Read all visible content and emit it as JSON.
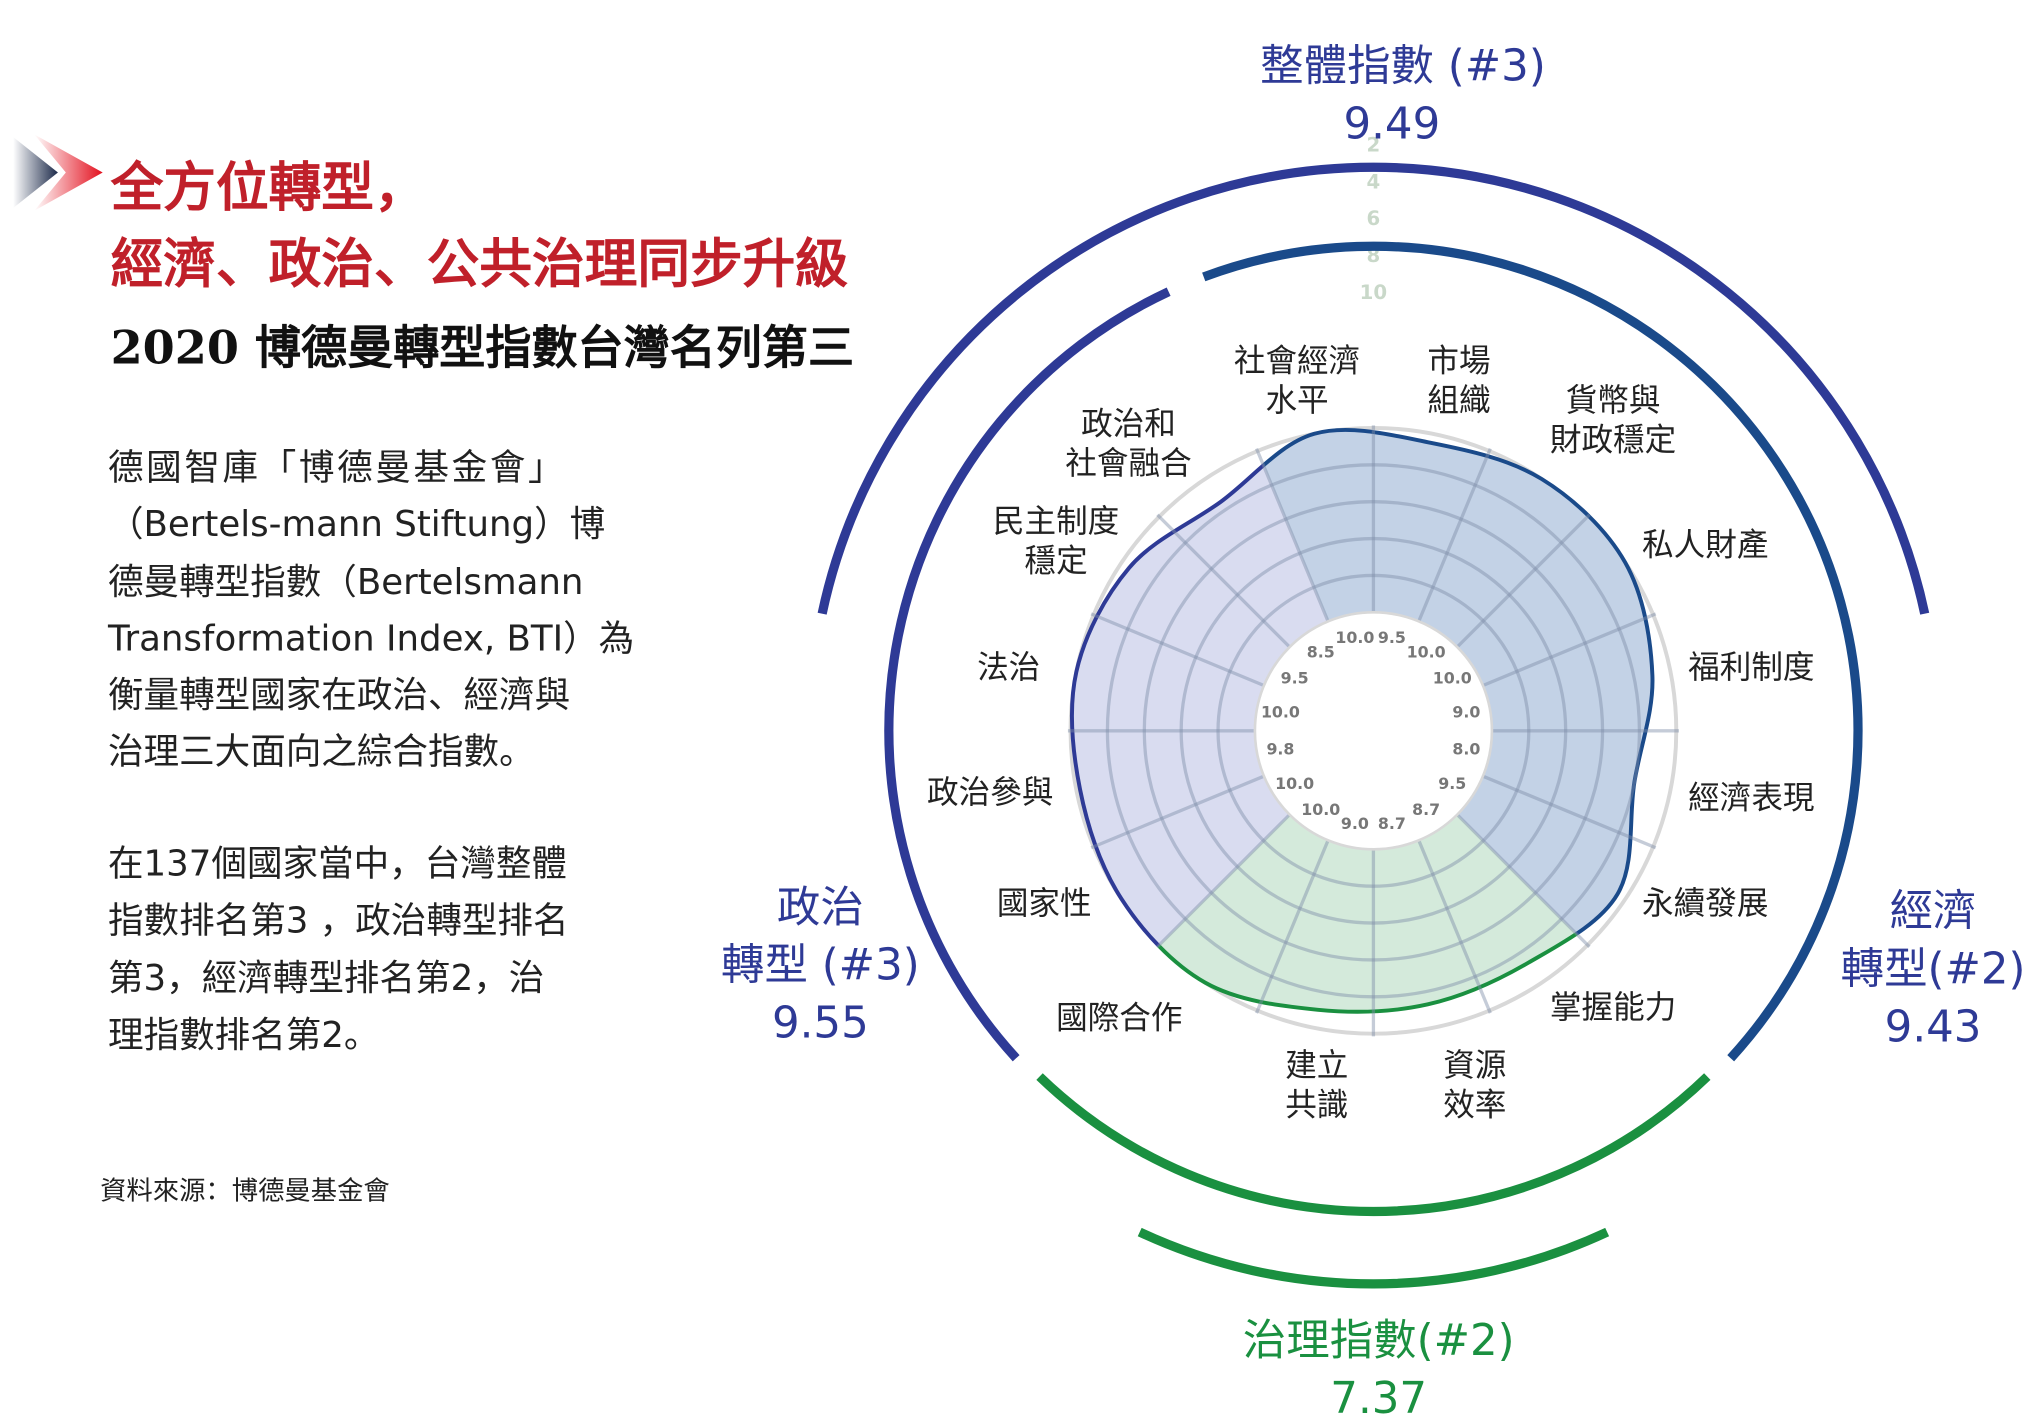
{
  "header": {
    "title_line1": "全方位轉型，",
    "title_line2": "經濟、政治、公共治理同步升級",
    "subtitle": "2020 博德曼轉型指數台灣名列第三"
  },
  "body": {
    "paragraph1": [
      "德國智庫「博德曼基金會」",
      "（Bertels-mann Stiftung）博",
      "德曼轉型指數（Bertelsmann",
      "Transformation Index, BTI）為",
      "衡量轉型國家在政治、經濟與",
      "治理三大面向之綜合指數。"
    ],
    "paragraph2": [
      "在137個國家當中，台灣整體",
      "指數排名第3 ，政治轉型排名",
      "第3，經濟轉型排名第2，治",
      "理指數排名第2。"
    ],
    "source": "資料來源：博德曼基金會"
  },
  "colors": {
    "title_red": "#c0202a",
    "political": "#2e3a96",
    "economic": "#1a4a8a",
    "governance": "#1a9040",
    "political_fill": "#d9dcf0",
    "economic_fill": "#c3d2e6",
    "governance_fill": "#d4eadb"
  },
  "chart_data": {
    "type": "radar",
    "title": "2020 博德曼轉型指數 (BTI) 台灣",
    "range": [
      0,
      10
    ],
    "scale_ticks": [
      "2",
      "4",
      "6",
      "8",
      "10"
    ],
    "categories": [
      "社會經濟\n水平",
      "市場\n組織",
      "貨幣與\n財政穩定",
      "私人財產",
      "福利制度",
      "經濟表現",
      "永續發展",
      "掌握能力",
      "資源\n效率",
      "建立\n共識",
      "國際合作",
      "國家性",
      "政治參與",
      "法治",
      "民主制度\n穩定",
      "政治和\n社會融合"
    ],
    "value_labels": [
      "10.0",
      "9.5",
      "10.0",
      "10.0",
      "9.0",
      "8.0",
      "9.5",
      "8.7",
      "8.7",
      "9.0",
      "10.0",
      "10.0",
      "9.8",
      "10.0",
      "9.5",
      "8.5"
    ],
    "values": [
      10.0,
      9.5,
      10.0,
      10.0,
      9.0,
      8.0,
      9.5,
      8.7,
      8.7,
      9.0,
      10.0,
      10.0,
      9.8,
      10.0,
      9.5,
      8.5
    ],
    "groups": [
      {
        "key": "economic",
        "start": 0,
        "count": 7
      },
      {
        "key": "governance",
        "start": 7,
        "count": 4
      },
      {
        "key": "political",
        "start": 11,
        "count": 5
      }
    ],
    "indices": {
      "overall": {
        "name": "整體指數 (#3)",
        "score": "9.49"
      },
      "political": {
        "name1": "政治",
        "name2": "轉型 (#3)",
        "score": "9.55"
      },
      "economic": {
        "name1": "經濟",
        "name2": "轉型(#2)",
        "score": "9.43"
      },
      "governance": {
        "name": "治理指數(#2)",
        "score": "7.37"
      }
    }
  }
}
